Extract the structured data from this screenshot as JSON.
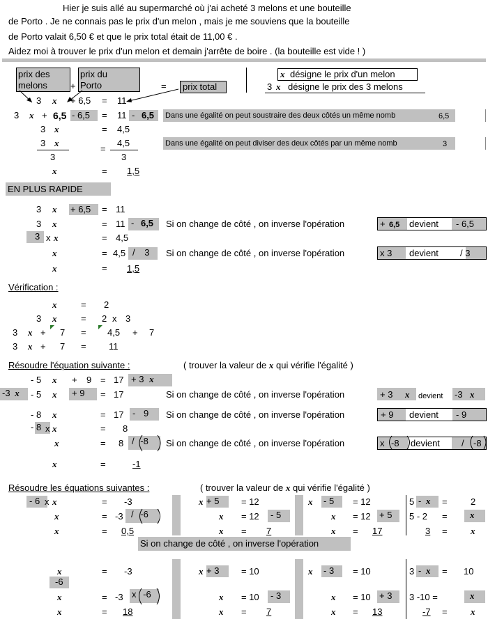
{
  "x": "x",
  "intro": {
    "line1": "Hier  je suis allé au supermarché où j'ai acheté   3  melons  et une bouteille",
    "line2": "de   Porto .   Je ne connais pas le prix d'un melon , mais je me souviens que la bouteille",
    "line3": "de Porto valait    6,50 €     et  que  le prix total  était de         11,00 €    .",
    "line4": "Aidez moi à trouver le prix d'un melon et demain j'arrête de boire . (la bouteille est vide ! )"
  },
  "legend": {
    "prix_melons_1": "prix des",
    "prix_melons_2": "melons",
    "plus": "+",
    "prix_porto_1": "prix du",
    "prix_porto_2": "Porto",
    "equals": "=",
    "prix_total": "prix total",
    "def1": "désigne le prix d'un melon",
    "def2_3": "3",
    "def2": "désigne le prix des 3  melons"
  },
  "s1": {
    "r1": [
      "3",
      "+ 6,5",
      "=",
      "11"
    ],
    "r2": [
      "3",
      "+",
      "6,5",
      "- 6,5",
      "=",
      "11",
      "-",
      "6,5"
    ],
    "r2_note": "Dans une égalité on peut soustraire des deux côtés un même nomb",
    "r2_val": "6,5",
    "r3": [
      "3",
      "=",
      "4,5"
    ],
    "r4": [
      "3",
      "=",
      "4,5",
      "3",
      "3"
    ],
    "r4_note": "Dans une égalité on peut diviser des deux côtés par un même nomb",
    "r4_val": "3",
    "r5": [
      "=",
      "1,5"
    ]
  },
  "rapide": {
    "title": "EN PLUS RAPIDE",
    "r1": [
      "3",
      "+ 6,5",
      "=",
      "11"
    ],
    "r2": [
      "3",
      "=",
      "11",
      "-",
      "6,5"
    ],
    "r3": [
      "3",
      "x",
      "=",
      "4,5"
    ],
    "r4": [
      "=",
      "4,5",
      "/",
      "3"
    ],
    "r5": [
      "=",
      "1,5"
    ],
    "rule": "Si on change de côté , on inverse l'opération",
    "box1": [
      "+",
      "6,5",
      "devient",
      "- 6,5"
    ],
    "box2": [
      "x 3",
      "devient",
      "/ 3"
    ]
  },
  "verif": {
    "title": "Vérification :",
    "r1": [
      "=",
      "2"
    ],
    "r2": [
      "3",
      "=",
      "2",
      "x",
      "3"
    ],
    "r3": [
      "3",
      "+",
      "7",
      "=",
      "4,5",
      "+",
      "7"
    ],
    "r4": [
      "3",
      "+",
      "7",
      "=",
      "11"
    ]
  },
  "eq1": {
    "title": "Résoudre l'équation suivante :",
    "subtitle_a": "( trouver la valeur de",
    "subtitle_b": "qui vérifie l'égalité )",
    "r1": [
      "- 5",
      "+",
      "9",
      "=",
      "17",
      "+ 3"
    ],
    "r2": [
      "-3",
      "- 5",
      "+ 9",
      "=",
      "17"
    ],
    "r3": [
      "- 8",
      "=",
      "17",
      "-",
      "9"
    ],
    "r4": [
      "- 8",
      "x",
      "=",
      "8"
    ],
    "r5": [
      "=",
      "8",
      "/",
      "-8"
    ],
    "r6": [
      "=",
      "-1"
    ],
    "rule": "Si on change de côté , on inverse l'opération",
    "box1": [
      "+ 3",
      "devient",
      "-3"
    ],
    "box2": [
      "+ 9",
      "devient",
      "-  9"
    ],
    "box3": [
      "x",
      "-8",
      "devient",
      "/",
      "-8"
    ]
  },
  "eqs": {
    "title": "Résoudre les équations suivantes :",
    "subtitle_a": "( trouver la valeur de",
    "subtitle_b": "qui vérifie l'égalité )",
    "c1": {
      "r1": [
        "- 6",
        "x",
        "=",
        "-3"
      ],
      "r2": [
        "=",
        "-3",
        "/",
        "-6"
      ],
      "r3": [
        "=",
        "0,5"
      ]
    },
    "c2": {
      "r1": [
        "+ 5",
        "= 12"
      ],
      "r2": [
        "= 12",
        "-  5"
      ],
      "r3": [
        "=",
        "7"
      ]
    },
    "c3": {
      "r1": [
        "- 5",
        "= 12"
      ],
      "r2": [
        "= 12",
        "+ 5"
      ],
      "r3": [
        "=",
        "17"
      ]
    },
    "c4": {
      "r1": [
        "5",
        "-",
        "=",
        "2"
      ],
      "r2": [
        "5  -  2",
        "="
      ],
      "r3": [
        "3",
        "="
      ]
    },
    "rule": "Si on change de côté , on inverse l'opération",
    "d1": {
      "r1": [
        "=",
        "-3"
      ],
      "r1b": "-6",
      "r2": [
        "=",
        "-3",
        "x",
        "-6"
      ],
      "r3": [
        "=",
        "18"
      ]
    },
    "d2": {
      "r1": [
        "+ 3",
        "= 10"
      ],
      "r2": [
        "= 10",
        "-  3"
      ],
      "r3": [
        "=",
        "7"
      ]
    },
    "d3": {
      "r1": [
        "- 3",
        "= 10"
      ],
      "r2": [
        "= 10",
        "+ 3"
      ],
      "r3": [
        "=",
        "13"
      ]
    },
    "d4": {
      "r1": [
        "3",
        "-",
        "=",
        "10"
      ],
      "r2": [
        "3  -10  ="
      ],
      "r3": [
        "-7",
        "="
      ]
    }
  }
}
